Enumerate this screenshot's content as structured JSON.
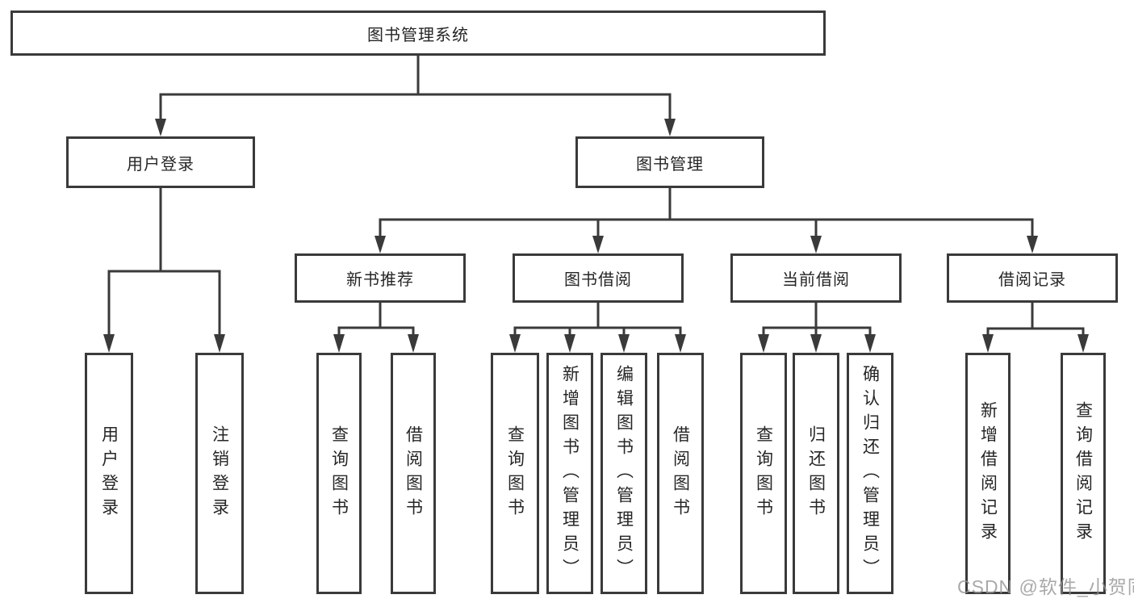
{
  "tree": {
    "root": "图书管理系统",
    "branches": [
      {
        "label": "用户登录",
        "children": [
          "用户登录",
          "注销登录"
        ]
      },
      {
        "label": "图书管理",
        "groups": [
          {
            "label": "新书推荐",
            "children": [
              "查询图书",
              "借阅图书"
            ]
          },
          {
            "label": "图书借阅",
            "children": [
              "查询图书",
              "新增图书（管理员）",
              "编辑图书（管理员）",
              "借阅图书"
            ]
          },
          {
            "label": "当前借阅",
            "children": [
              "查询图书",
              "归还图书",
              "确认归还（管理员）"
            ]
          },
          {
            "label": "借阅记录",
            "children": [
              "新增借阅记录",
              "查询借阅记录"
            ]
          }
        ]
      }
    ]
  },
  "watermark": "CSDN @软件_小贺同学",
  "colors": {
    "line": "#3a3a3a",
    "border": "#3a3a3a",
    "text": "#262626",
    "background": "#ffffff",
    "watermark": "#949494"
  }
}
